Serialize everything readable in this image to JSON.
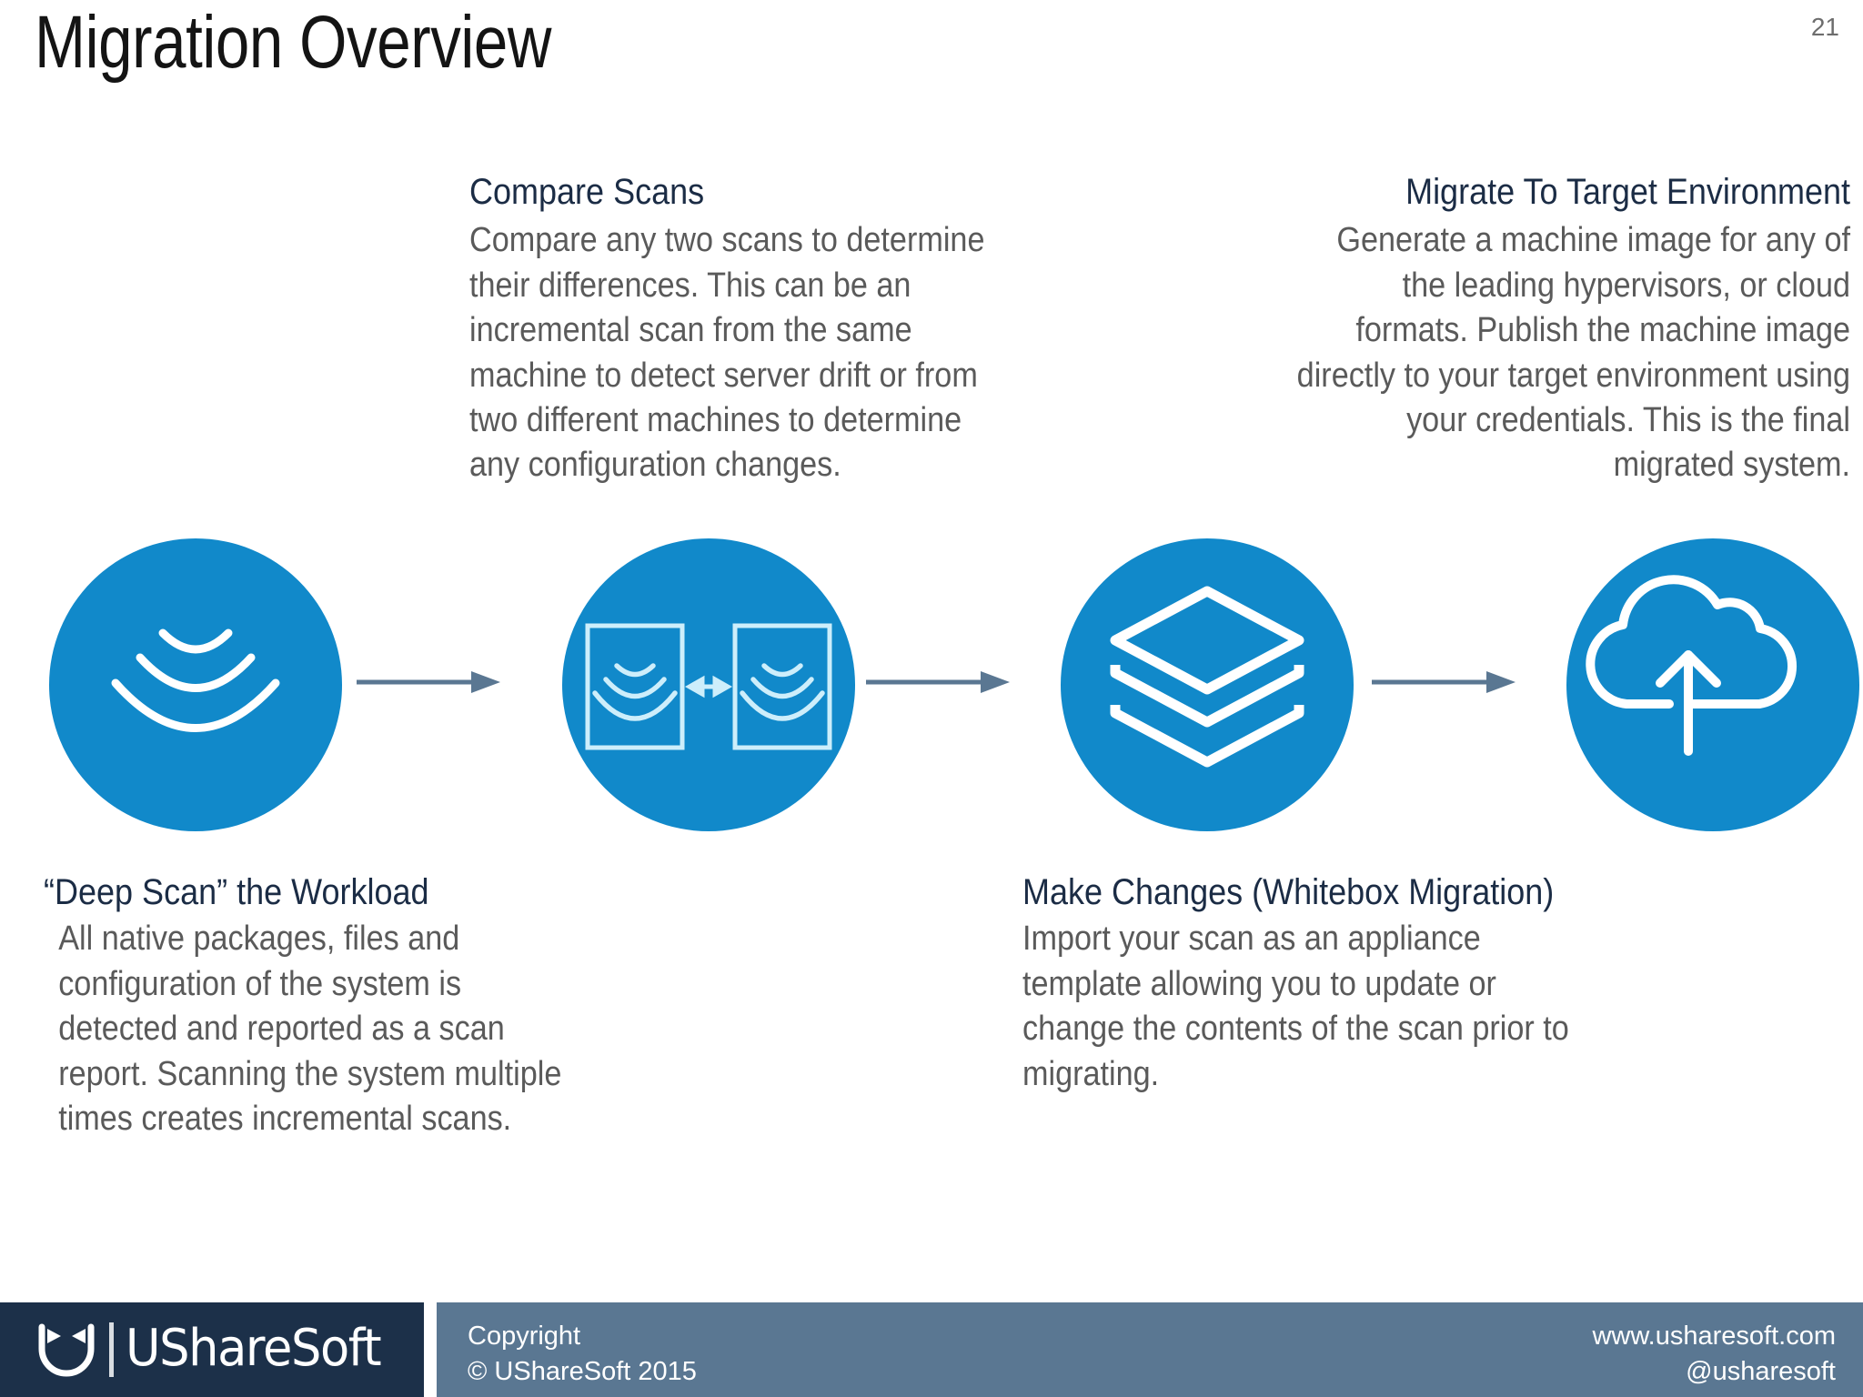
{
  "slide": {
    "title": "Migration Overview",
    "page_number": "21",
    "background_color": "#ffffff",
    "accent_blue": "#1189ca",
    "heading_color": "#1b2c45",
    "body_color": "#5a5a5a",
    "arrow_color": "#5a7792"
  },
  "blocks": {
    "compare": {
      "heading": "Compare Scans",
      "body": "Compare any two scans to determine their differences.  This can be an incremental scan from the same machine to detect server drift or from two different machines to determine any configuration changes."
    },
    "migrate": {
      "heading": "Migrate To Target Environment",
      "body": "Generate a machine image for any of the leading hypervisors, or cloud formats. Publish the machine image directly to your target environment using your credentials. This is the final migrated system."
    },
    "deepscan": {
      "heading": "“Deep Scan” the Workload",
      "body": "All native packages, files and configuration of the system is detected and reported as a scan report. Scanning the system multiple times creates incremental scans."
    },
    "makechanges": {
      "heading": "Make Changes (Whitebox Migration)",
      "body": "Import your scan as an appliance template allowing you to update or change the contents of the scan prior to migrating."
    }
  },
  "icons": [
    {
      "name": "scan-waves-icon",
      "label": "Deep Scan"
    },
    {
      "name": "compare-scans-icon",
      "label": "Compare Scans"
    },
    {
      "name": "layers-stack-icon",
      "label": "Make Changes"
    },
    {
      "name": "cloud-upload-icon",
      "label": "Migrate To Target Environment"
    }
  ],
  "connectors": [
    {
      "name": "arrow-scan-to-compare"
    },
    {
      "name": "arrow-compare-to-layers"
    },
    {
      "name": "arrow-layers-to-cloud"
    }
  ],
  "footer": {
    "logo_wordmark": "UShareSoft",
    "copyright_line1": "Copyright",
    "copyright_line2": "© UShareSoft 2015",
    "web_line1": "www.usharesoft.com",
    "web_line2": "@usharesoft",
    "logo_panel_color": "#1c3049",
    "info_panel_color": "#5a7792"
  }
}
